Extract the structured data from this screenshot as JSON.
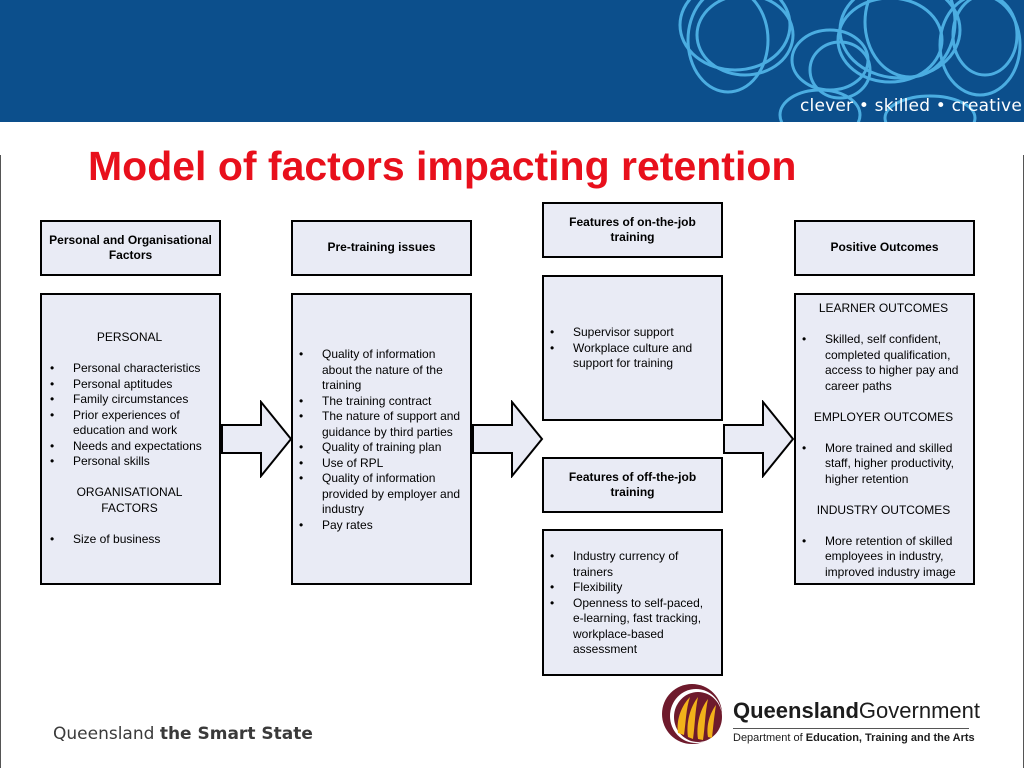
{
  "header": {
    "tagline": "clever • skilled • creative",
    "band_color": "#0c4f8c",
    "swirl_color": "#4fb3e6"
  },
  "slide": {
    "title": "Model of factors impacting retention",
    "title_color": "#e8101c"
  },
  "columns": {
    "personal": {
      "header": "Personal and Organisational Factors",
      "section1_title": "PERSONAL",
      "section1_items": [
        "Personal characteristics",
        "Personal aptitudes",
        "Family circumstances",
        "Prior experiences of education and work",
        "Needs and expectations",
        "Personal skills"
      ],
      "section2_title": "ORGANISATIONAL FACTORS",
      "section2_items": [
        "Size of business"
      ]
    },
    "pretraining": {
      "header": "Pre-training issues",
      "items": [
        "Quality of information about the nature of the training",
        "The training contract",
        "The nature of support and guidance by third parties",
        "Quality of training plan",
        "Use of RPL",
        "Quality of information provided by employer and industry",
        "Pay rates"
      ]
    },
    "onjob": {
      "header": "Features of on-the-job training",
      "items": [
        "Supervisor support",
        "Workplace culture and support for training"
      ]
    },
    "offjob": {
      "header": "Features of off-the-job training",
      "items": [
        "Industry currency of trainers",
        "Flexibility",
        "Openness to self-paced, e-learning, fast tracking, workplace-based assessment"
      ]
    },
    "outcomes": {
      "header": "Positive Outcomes",
      "learner_title": "LEARNER OUTCOMES",
      "learner_items": [
        "Skilled, self confident, completed qualification, access to higher pay and career paths"
      ],
      "employer_title": "EMPLOYER OUTCOMES",
      "employer_items": [
        "More trained and skilled staff, higher productivity, higher retention"
      ],
      "industry_title": "INDUSTRY OUTCOMES",
      "industry_items": [
        "More retention of skilled employees in industry, improved industry image"
      ]
    }
  },
  "footer": {
    "left_regular": "Queensland ",
    "left_bold": "the Smart State",
    "gov_name_bold": "Queensland",
    "gov_name_regular": "Government",
    "dept_regular": "Department of ",
    "dept_bold": "Education, Training and the Arts"
  },
  "colors": {
    "box_fill": "#e9ebf5",
    "box_border": "#000000",
    "logo_maroon": "#6e1a2c",
    "logo_gold": "#f2b21a"
  }
}
